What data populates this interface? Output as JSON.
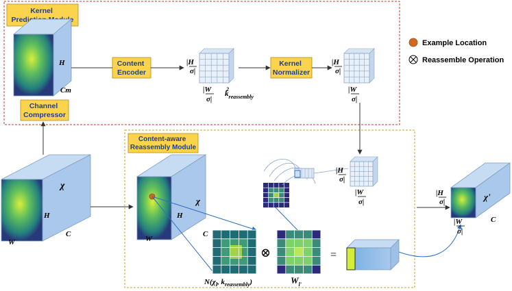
{
  "modules": {
    "kernel_prediction": "Kernel Prediction Module",
    "content_aware_line1": "Content-aware",
    "content_aware_line2": "Reassembly Module"
  },
  "blocks": {
    "content_encoder_line1": "Content",
    "content_encoder_line2": "Encoder",
    "kernel_normalizer_line1": "Kernel",
    "kernel_normalizer_line2": "Normalizer",
    "channel_compressor_line1": "Channel",
    "channel_compressor_line2": "Compressor"
  },
  "legend": {
    "example_location": "Example Location",
    "reassemble_operation": "Reassemble Operation",
    "example_color": "#d2691e"
  },
  "labels": {
    "H": "H",
    "W": "W",
    "C": "C",
    "Cm": "Cm",
    "chi": "χ",
    "chi_prime": "χ'",
    "H_over_sigma": "H/σ",
    "W_over_sigma": "W/σ",
    "k_reassembly": "k²reassembly",
    "neighborhood": "N(χl, kreassembly)",
    "weights": "Wl'",
    "otimes": "⊗",
    "equals": "="
  },
  "colors": {
    "cube_face": "#a9c8ec",
    "cube_dark": "#8fb5e0",
    "block_fill": "#fcd34d",
    "kernel_border": "#c0392b",
    "reassembly_border": "#c9a227"
  }
}
